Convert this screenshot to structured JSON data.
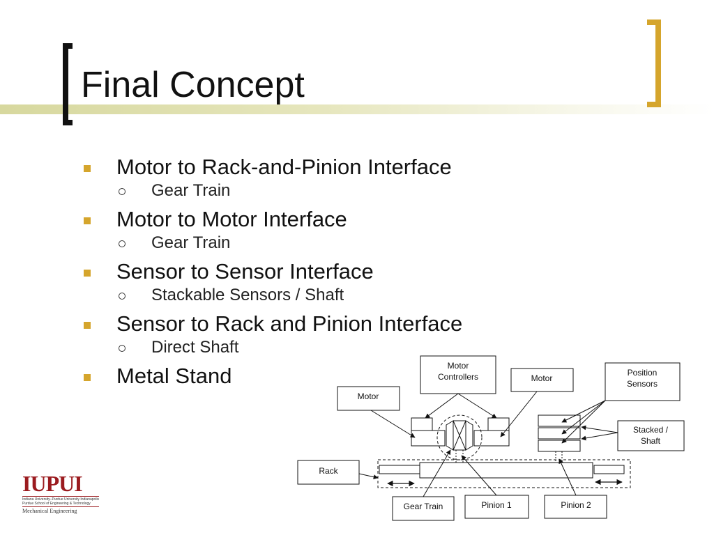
{
  "slide": {
    "title": "Final Concept"
  },
  "bullets": [
    {
      "text": "Motor to Rack-and-Pinion Interface",
      "sub": "Gear Train"
    },
    {
      "text": "Motor to Motor Interface",
      "sub": "Gear Train"
    },
    {
      "text": "Sensor to Sensor Interface",
      "sub": "Stackable Sensors / Shaft"
    },
    {
      "text": "Sensor to Rack and Pinion Interface",
      "sub": "Direct Shaft"
    },
    {
      "text": "Metal Stand",
      "sub": null
    }
  ],
  "diagram": {
    "motor_left": "Motor",
    "motor_controllers_l1": "Motor",
    "motor_controllers_l2": "Controllers",
    "motor_right": "Motor",
    "position_sensors_l1": "Position",
    "position_sensors_l2": "Sensors",
    "stacked_shaft_l1": "Stacked /",
    "stacked_shaft_l2": "Shaft",
    "rack": "Rack",
    "gear_train": "Gear Train",
    "pinion_1": "Pinion 1",
    "pinion_2": "Pinion 2"
  },
  "logo": {
    "name": "IUPUI",
    "line1": "Indiana University–Purdue University Indianapolis",
    "line2": "Purdue School of Engineering & Technology",
    "line3": "Mechanical Engineering"
  },
  "colors": {
    "accent": "#d5a52c",
    "title_stripe": "#d7d89e",
    "logo_red": "#9b1b1f"
  }
}
